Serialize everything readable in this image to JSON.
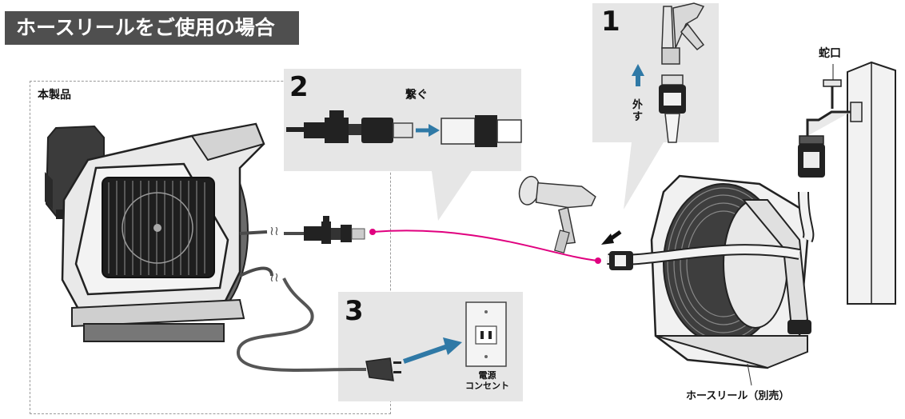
{
  "title": "ホースリールをご使用の場合",
  "product_label": "本製品",
  "steps": [
    {
      "number": "1",
      "label": "外す"
    },
    {
      "number": "2",
      "label": "繋ぐ"
    },
    {
      "number": "3",
      "label": "電源\nコンセント"
    }
  ],
  "faucet_label": "蛇口",
  "hose_reel_label": "ホースリール（別売）",
  "colors": {
    "banner_bg": "#4f4f4f",
    "panel_bg": "#e6e6e6",
    "arrow_blue": "#2f79a6",
    "connect_line": "#e0007f"
  }
}
